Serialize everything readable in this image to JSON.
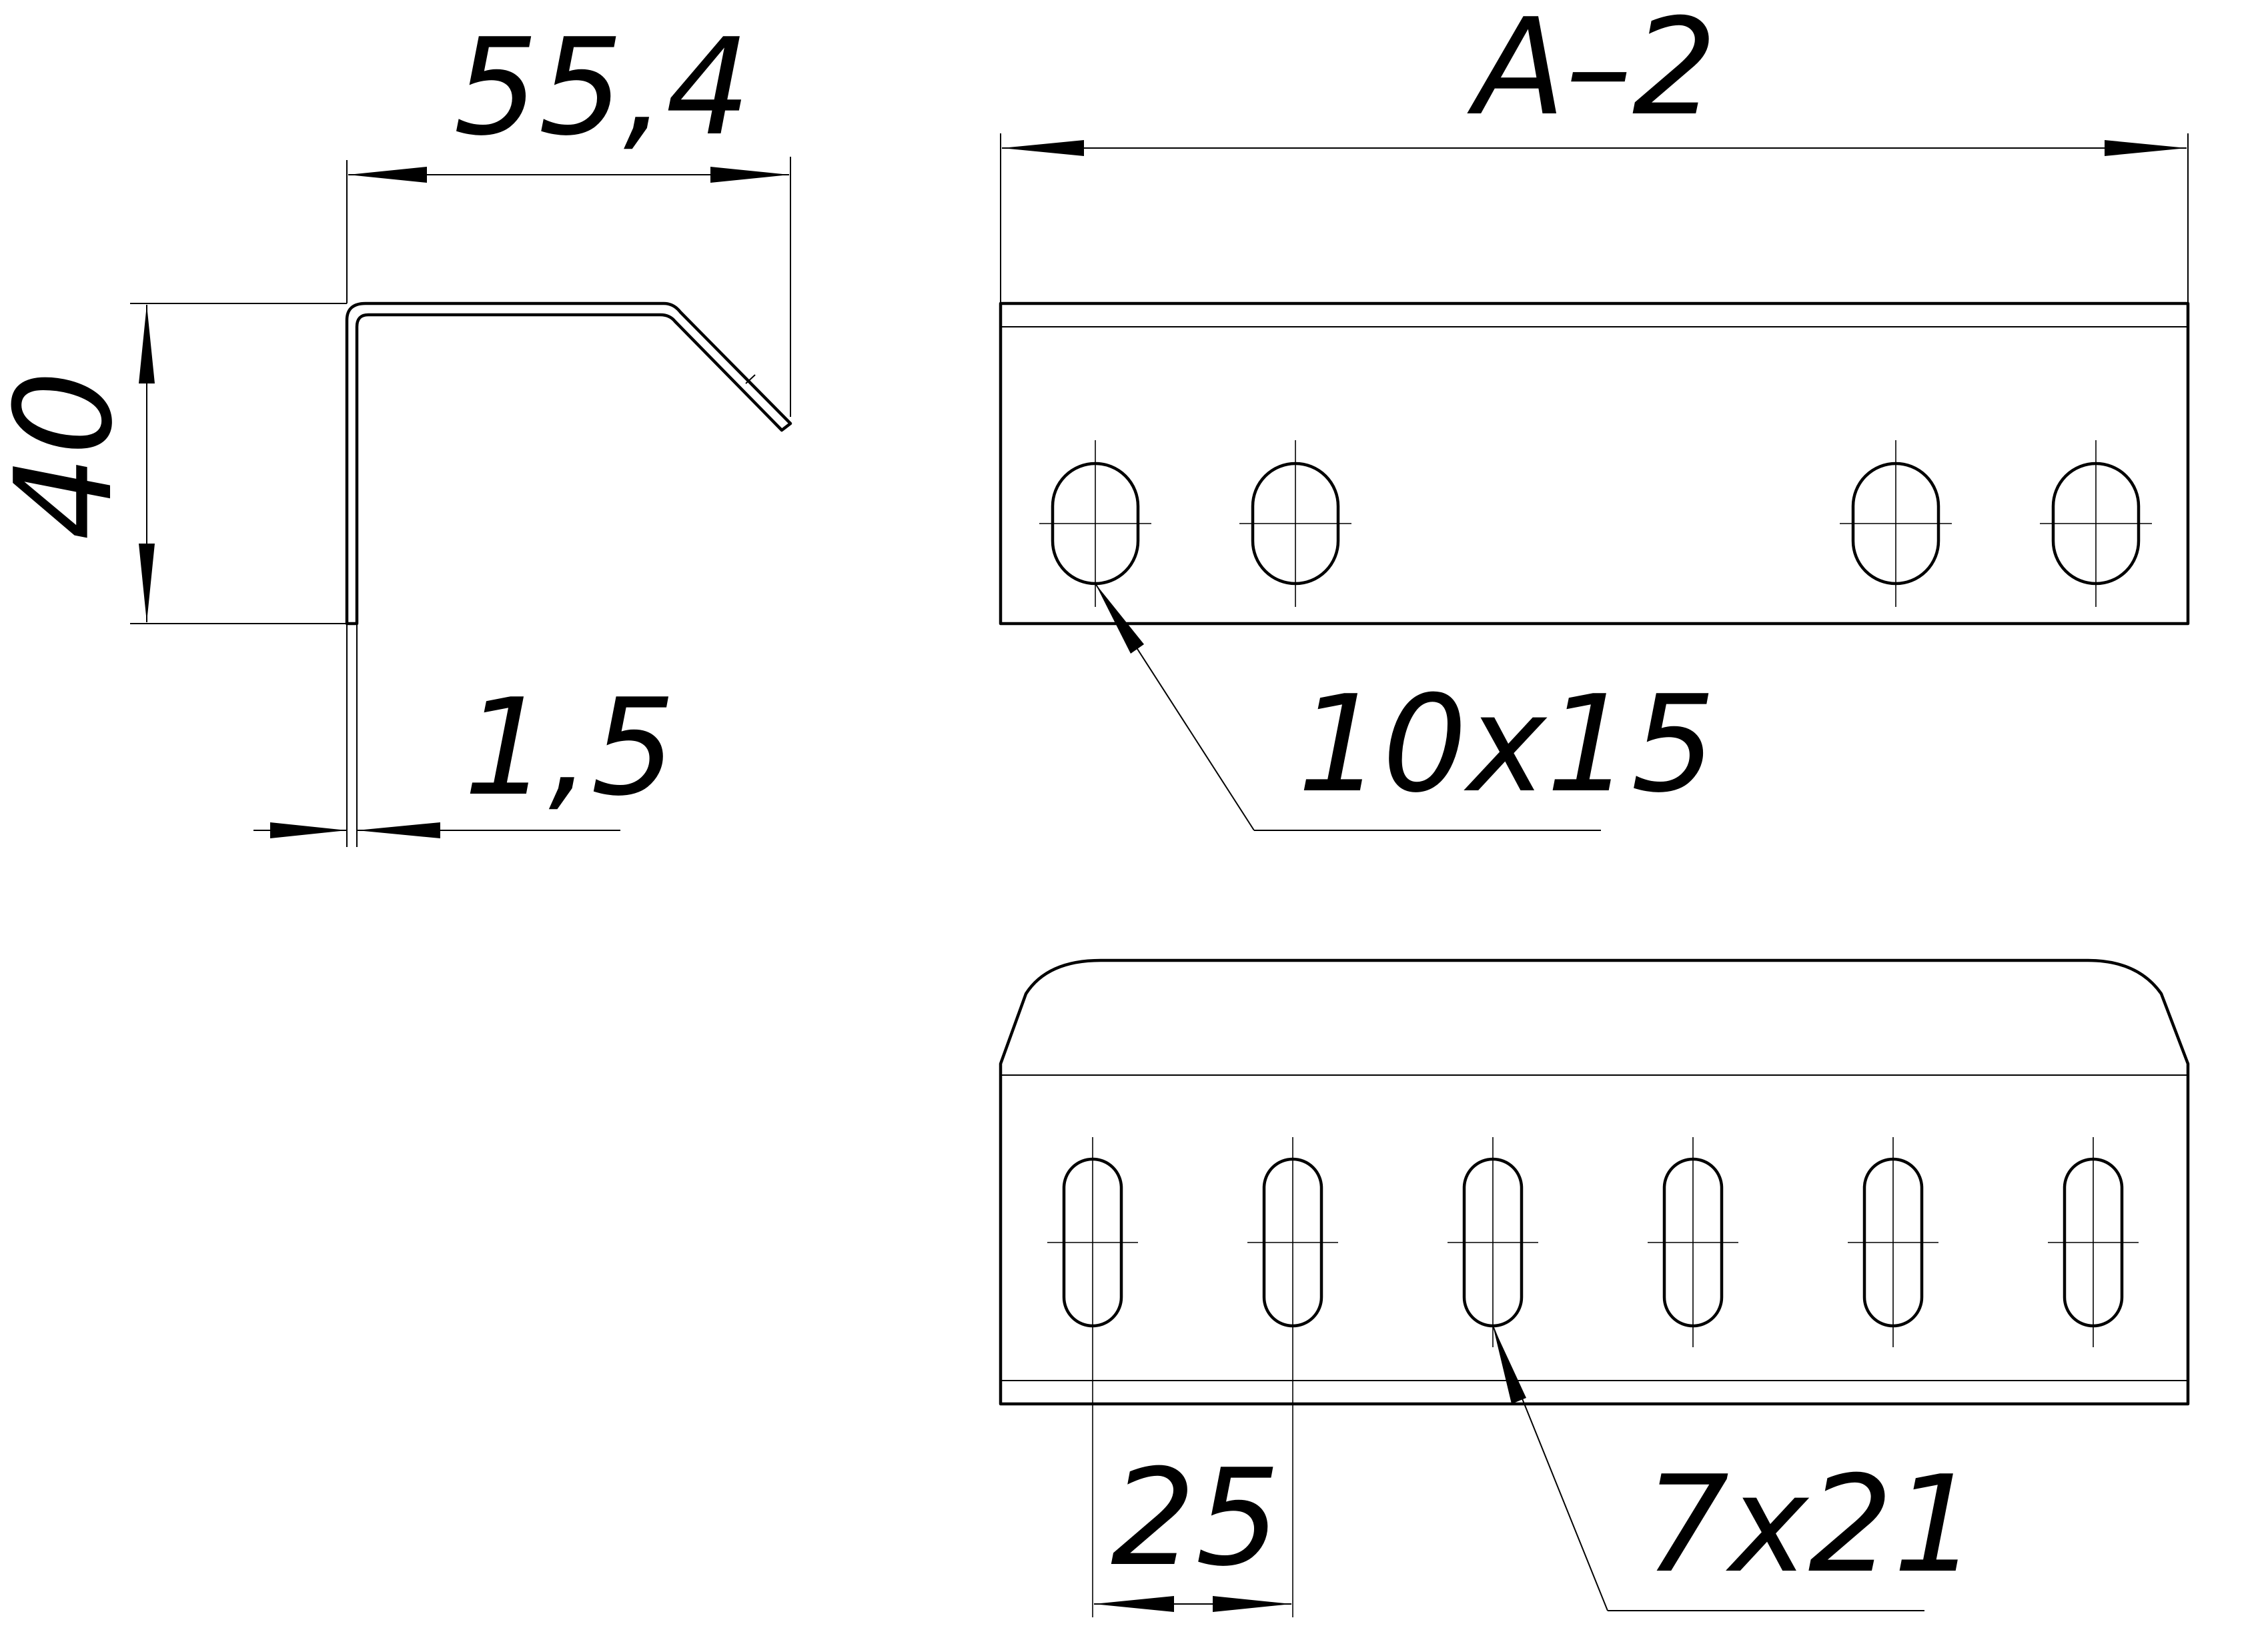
{
  "drawing": {
    "side_view": {
      "width_label": "55,4",
      "height_label": "40",
      "thickness_label": "1,5"
    },
    "top_view": {
      "length_label": "A–2",
      "slot_label": "10x15"
    },
    "bottom_view": {
      "slot_label": "7x21",
      "pitch_label": "25"
    }
  }
}
